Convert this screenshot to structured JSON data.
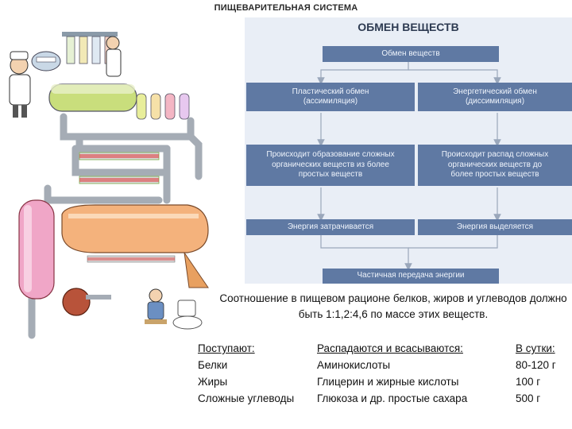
{
  "slide_title": "ПИЩЕВАРИТЕЛЬНАЯ СИСТЕМА",
  "diagram": {
    "title": "ОБМЕН ВЕЩЕСТВ",
    "root": "Обмен веществ",
    "left_branch": {
      "type": "Пластический обмен\n(ассимиляция)",
      "process": "Происходит образование сложных\nорганических веществ из более\nпростых веществ",
      "energy": "Энергия затрачивается"
    },
    "right_branch": {
      "type": "Энергетический обмен\n(диссимиляция)",
      "process": "Происходит распад сложных\nорганических веществ до\nболее простых веществ",
      "energy": "Энергия выделяется"
    },
    "bottom": "Частичная передача энергии",
    "colors": {
      "box": "#5f79a3",
      "panel": "#e9eef6",
      "arrow": "#9aa7bb"
    }
  },
  "ratio_text": "Соотношение в пищевом рационе белков, жиров и углеводов должно быть 1:1,2:4,6 по массе этих веществ.",
  "intake_table": {
    "headers": [
      "Поступают:",
      "Распадаются и всасываются:",
      "В сутки:"
    ],
    "rows": [
      [
        "Белки",
        "Аминокислоты",
        "80-120 г"
      ],
      [
        "Жиры",
        "Глицерин и жирные кислоты",
        "100 г"
      ],
      [
        "Сложные углеводы",
        "Глюкоза и др. простые сахара",
        "500 г"
      ]
    ]
  }
}
